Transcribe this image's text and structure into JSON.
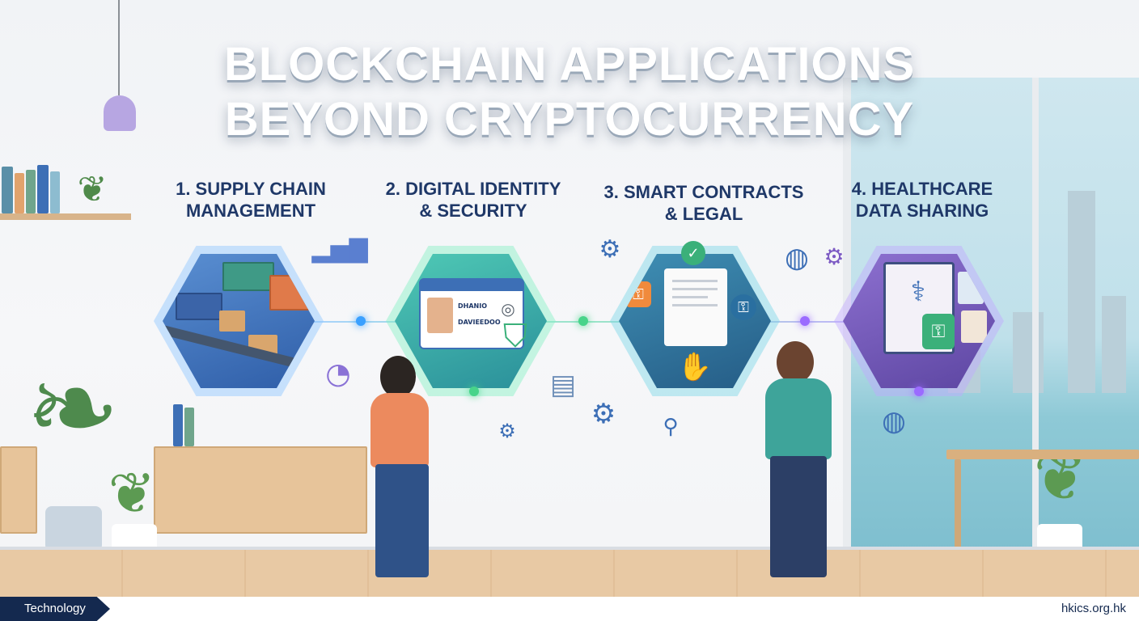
{
  "title": {
    "line1": "BLOCKCHAIN APPLICATIONS",
    "line2": "BEYOND CRYPTOCURRENCY"
  },
  "steps": [
    {
      "line1": "1. SUPPLY CHAIN",
      "line2": "MANAGEMENT",
      "icon": "cargo-containers-icon",
      "color": "#3d6fb6"
    },
    {
      "line1": "2. DIGITAL IDENTITY",
      "line2": "& SECURITY",
      "icon": "id-card-icon",
      "color": "#2e9e9b"
    },
    {
      "line1": "3. SMART CONTRACTS",
      "line2": "& LEGAL",
      "icon": "contract-handshake-icon",
      "color": "#2b6f8f"
    },
    {
      "line1": "4. HEALTHCARE",
      "line2": "DATA SHARING",
      "icon": "medical-clipboard-icon",
      "color": "#6b54b0"
    }
  ],
  "id_card": {
    "name": "DHANIO",
    "id": "DAVIEEDOO"
  },
  "footer": {
    "category": "Technology",
    "site": "hkics.org.hk"
  },
  "colors": {
    "navy": "#14294f",
    "title_blue": "#1f3868",
    "node_blue": "#3aa0ff",
    "node_green": "#48d48a",
    "node_purple": "#9b6bff"
  }
}
